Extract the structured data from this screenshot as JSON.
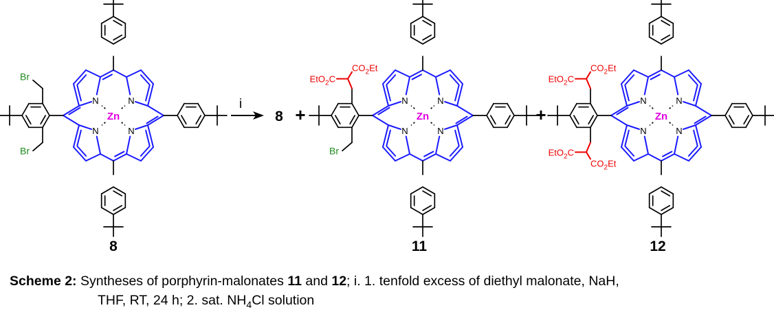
{
  "scheme": {
    "reagent_label": "i",
    "plus_sign": "+",
    "product_inline": "8",
    "compound_labels": [
      "8",
      "11",
      "12"
    ],
    "atoms": {
      "zinc": "Zn",
      "nitrogen": "N",
      "bromine": "Br",
      "ester_prefix": "EtO",
      "ester_suffix": "C",
      "ester_right": "CO",
      "ester_right_suffix": "Et",
      "subscript_two": "2"
    },
    "colors": {
      "porphyrin": "#1a1aff",
      "zinc": "#e000e0",
      "bromomethyl": "#1e8a1e",
      "malonate": "#ee0000",
      "bonds": "#000000"
    }
  },
  "caption": {
    "label": "Scheme 2:",
    "text_a": "Syntheses of porphyrin-malonates",
    "ref_1": "11",
    "text_b": "and",
    "ref_2": "12",
    "text_c": "; i. 1. tenfold excess of diethyl malonate, NaH,",
    "line2_a": "THF, RT, 24 h; 2. sat. NH",
    "line2_sub": "4",
    "line2_b": "Cl solution"
  }
}
